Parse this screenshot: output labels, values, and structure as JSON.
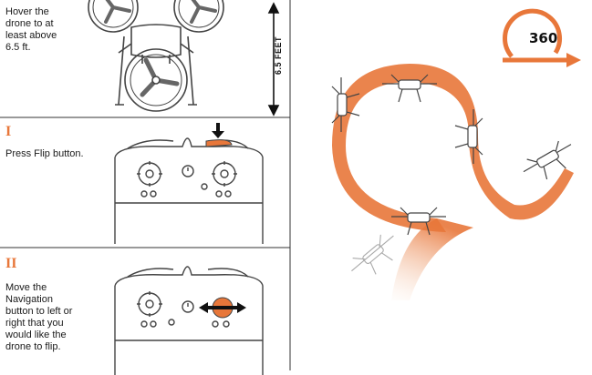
{
  "steps": [
    {
      "numeral": "",
      "text_lines": [
        "Hover the",
        "drone to at",
        "least above",
        "6.5 ft."
      ]
    },
    {
      "numeral": "I",
      "text_lines": [
        "Press Flip button."
      ]
    },
    {
      "numeral": "II",
      "text_lines": [
        "Move the",
        "Navigation",
        "button to left or",
        "right that you",
        "would like the",
        "drone to flip."
      ]
    }
  ],
  "height_label": "6.5 FEET",
  "flip_badge": "360",
  "colors": {
    "accent": "#e8773a",
    "line": "#333333",
    "light": "#f7d9c4"
  },
  "icons": [
    "drone-top-view",
    "down-arrow-icon",
    "left-right-arrow-icon",
    "flip-badge-icon",
    "drone-side-view"
  ]
}
